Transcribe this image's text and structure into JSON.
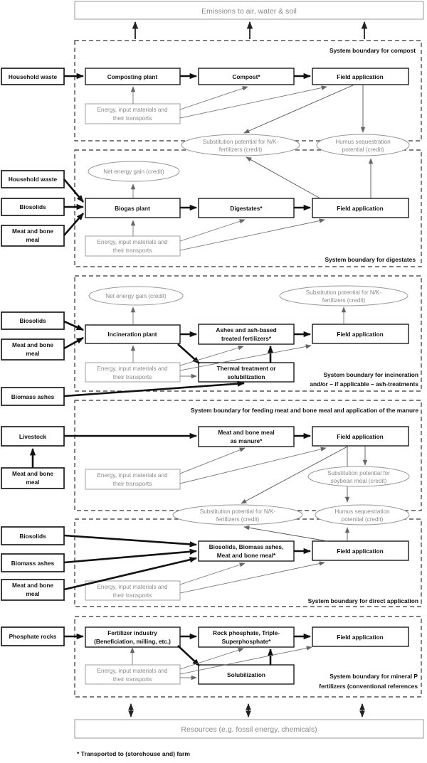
{
  "colors": {
    "ink": "#111111",
    "grey_text": "#8a8a8a",
    "grey_border": "#999999",
    "boundary": "#333333"
  },
  "outer": {
    "emissions": "Emissions to air, water & soil",
    "resources": "Resources (e.g. fossil energy, chemicals)",
    "footnote": "* Transported to (storehouse and) farm"
  },
  "shared": {
    "field_application": "Field application",
    "energy_l1": "Energy, input materials and",
    "energy_l2": "their transports",
    "household_waste": "Household waste",
    "biosolids": "Biosolids",
    "mbm_l1": "Meat and bone",
    "mbm_l2": "meal",
    "biomass_ashes": "Biomass ashes",
    "net_energy": "Net energy gain (credit)",
    "nk_l1": "Substitution potential for N/K-",
    "nk_l2": "fertilizers (credit)",
    "humus_l1": "Humus sequestration",
    "humus_l2": "potential (credit)"
  },
  "s1": {
    "label": "System boundary for compost",
    "composting_plant": "Composting plant",
    "compost": "Compost*"
  },
  "s2": {
    "label": "System boundary for digestates",
    "biogas_plant": "Biogas plant",
    "digestates": "Digestates*"
  },
  "s3": {
    "label_l1": "System boundary for incineration",
    "label_l2": "and/or – if applicable – ash-treatments",
    "incineration_plant": "Incineration plant",
    "ashes_l1": "Ashes and ash-based",
    "ashes_l2": "treated fertilizers*",
    "thermal_l1": "Thermal treatment or",
    "thermal_l2": "solubilization"
  },
  "s4": {
    "label": "System boundary for feeding meat and bone meal and application of the manure",
    "livestock": "Livestock",
    "manure_l1": "Meat and bone meal",
    "manure_l2": "as manure*",
    "soy_l1": "Substitution potential for",
    "soy_l2": "soybean meal (credit)"
  },
  "s5": {
    "label": "System boundary for direct application",
    "mix_l1": "Biosolids, Biomass ashes,",
    "mix_l2": "Meat and bone meal*"
  },
  "s6": {
    "label_l1": "System boundary for mineral P",
    "label_l2": "fertilizers (conventional references",
    "phosphate_rocks": "Phosphate rocks",
    "fert_l1": "Fertilizer industry",
    "fert_l2": "(Beneficiation, milling, etc.)",
    "rock_l1": "Rock phosphate, Triple-",
    "rock_l2": "Superphosphate*",
    "solubilization": "Solubilization"
  }
}
